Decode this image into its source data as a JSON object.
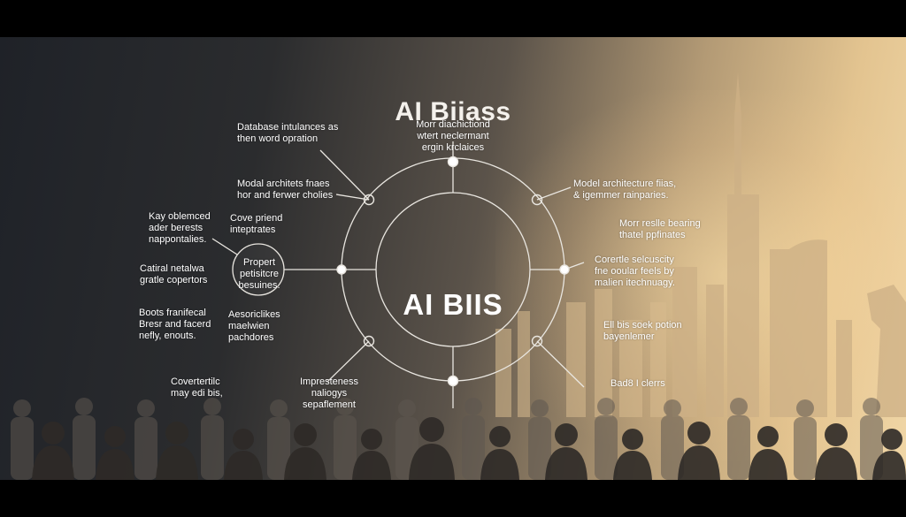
{
  "title": "AI Biiass",
  "center_label": "AI BIIS",
  "inner_node_label": "Propert\npetisitcre\nbesuines.",
  "left_labels": [
    "Database intulances as\nthen word opration",
    "Modal architets fnaes\nhor and ferwer cholies",
    "Kay oblemced\nader berests\nnappontalies.",
    "Cove priend\ninteptrates",
    "Catiral netalwa\ngratle copertors",
    "Boots franifecal\nBresr and facerd\nnefly, enouts.",
    "Aesoriclikes\nmaelwien\npachdores",
    "Covertertilc\nmay edi bis,"
  ],
  "top_label": "Morr diachictiond\nwtert neclermant\nergin krclaices",
  "bottom_label": "Impresteness\nnaliogys\nsepaflement",
  "right_labels": [
    "Model architecture fiias,\n& igemmer rainparies.",
    "Morr reslle bearing\nthatel ppfinates",
    "Corertle selcuscity\nfne ooular feels by\nmalien itechnuagy.",
    "Ell bis soek potion\nbayenlemer",
    "Bad8 I clerrs"
  ],
  "colors": {
    "line": "#e9e6e0",
    "node_fill": "#ffffff",
    "title": "#f4f1ec"
  }
}
